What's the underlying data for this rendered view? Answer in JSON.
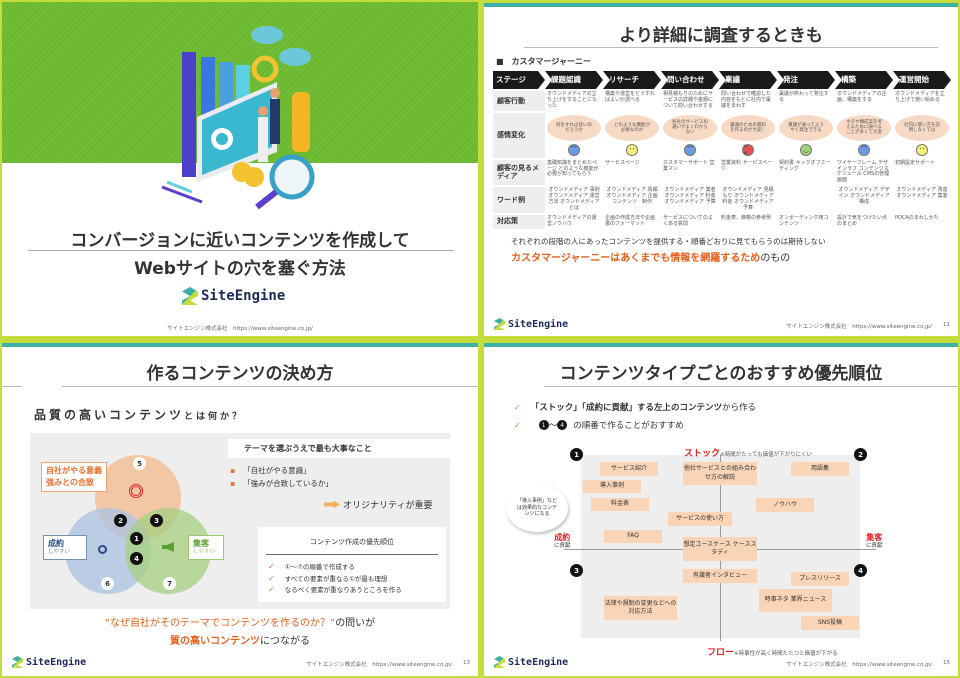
{
  "colors": {
    "frame": "#c6dc3c",
    "teal": "#3bb0a6",
    "accent": "#e8601c",
    "red": "#e02020",
    "green_bg": "#72bf36"
  },
  "brand": {
    "logo_text": "SiteEngine",
    "copyright": "サイトエンジン株式会社　https://www.siteengine.co.jp/"
  },
  "slide1": {
    "title_line1": "コンバージョンに近いコンテンツを作成して",
    "title_line2": "Webサイトの穴を塞ぐ方法"
  },
  "slide2": {
    "title": "より詳細に調査するときも",
    "section": "■　カスタマージャーニー",
    "page": "11",
    "stage_label": "ステージ",
    "stages": [
      "課題認識",
      "リサーチ",
      "問い合わせ",
      "稟議",
      "発注",
      "構築",
      "運営開始"
    ],
    "rows": [
      {
        "label": "顧客行動",
        "cells": [
          "オウンドメディアの立ち上げをすることになった",
          "構築や運営をどうすればよいか調べる",
          "相見積もりのためにサービスの詳細や金額について問い合わせする",
          "問い合わせで確認した内容をもとに社内で稟議をまわす",
          "稟議が終わって発注する",
          "オウンドメディアの企画、構築をする",
          "オウンドメディアを立ち上げて使い始める"
        ]
      },
      {
        "label": "感情変化",
        "cells": [
          "何をすれば良いのだろうか",
          "どのような機能が必要なのか",
          "各社のサービスの違いがよくわからない",
          "稟議のための資料を作るのが大変！",
          "稟議が通ってようやく発注できる",
          "ネタや構成案を考えるために調べることが多くて大変",
          "社内に使い方を説明しなくては"
        ]
      },
      {
        "label": "顧客の見るメディア",
        "cells": [
          "基礎知識をまとめたページ どのような機能が必要か知ってもらう",
          "サービスページ",
          "カスタマーサポート 営業マン",
          "営業資料 サービスページ",
          "契約書 キックオフミーティング",
          "ワイヤーフレーム デザインラフ コンテンツスケジュール CMSの管理画面",
          "初期設定サポート"
        ]
      },
      {
        "label": "ワード例",
        "cells": [
          "オウンドメディア 事例 オウンドメディア 運営方法 オウンドメディアとは",
          "オウンドメディア 情報 オウンドメディア 企画 コンテンツ　制作",
          "オウンドメディア 業者 オウンドメディア 料金 オウンドメディア 予算",
          "オウンドメディア 見積もり オウンドメディア 料金 オウンドメディア 予算",
          "",
          "オウンドメディア デザイン オウンドメディア 構成",
          "オウンドメディア 改善 オウンドメディア 集客"
        ]
      },
      {
        "label": "対応策",
        "cells": [
          "オウンドメディアの運営ノウハウ",
          "企画の作成方法や企画書のフォーマット",
          "サービスについてのよくある質問",
          "料金表、価格の参考例",
          "オンボーディング用コンテンツ",
          "設計で気をつけたい点のまとめ",
          "PDCAのまわしかた"
        ]
      }
    ],
    "faces": [
      "sad",
      "neutral",
      "sad",
      "angry",
      "happy",
      "sad",
      "neutral"
    ],
    "note": "それぞれの段階の人にあったコンテンツを提供する・順番どおりに見てもらうのは期待しない",
    "emph": "カスタマージャーニーはあくまでも情報を網羅するため",
    "emph_tail": "のもの"
  },
  "slide3": {
    "title": "作るコンテンツの決め方",
    "page": "13",
    "subtitle_big": "品質の高いコンテンツ",
    "subtitle_small": "とは何か？",
    "venn": {
      "top_label1": "自社がやる意義",
      "top_label2": "強みとの合致",
      "left_label": "成約",
      "left_sub": "しやすい",
      "right_label": "集客",
      "right_sub": "しやすい",
      "nums": [
        "1",
        "2",
        "3",
        "4",
        "5",
        "6",
        "7"
      ]
    },
    "theme_heading": "テーマを選ぶうえで最も大事なこと",
    "theme_bullets": [
      "「自社がやる意識」",
      "「強みが合致しているか」"
    ],
    "originality": "オリジナリティが重要",
    "priority_heading": "コンテンツ作成の優先順位",
    "priority_items": [
      "①～⑦の順番で作成する",
      "すべての要素が重なる①が最も理想",
      "なるべく要素が重なりあうところを作る"
    ],
    "bottom1_em": "“なぜ自社がそのテーマでコンテンツを作るのか？”",
    "bottom1_tail": "の問いが",
    "bottom2_em": "質の高いコンテンツ",
    "bottom2_tail": "につながる"
  },
  "slide4": {
    "title": "コンテンツタイプごとのおすすめ優先順位",
    "page": "15",
    "check1_a": "「ストック」「成約に貢献」する左上のコンテンツ",
    "check1_b": "から作る",
    "check2_n1": "1",
    "check2_mid": "～",
    "check2_n2": "4",
    "check2_tail": "の順番で作ることがおすすめ",
    "stock": "ストック",
    "stock_note": "※時間がたっても価値が下がりにくい",
    "flow": "フロー",
    "flow_note": "※時事性が高く時間たたつと価値が下がる",
    "left": "成約",
    "left_sub": "に貢献",
    "right": "集客",
    "right_sub": "に貢献",
    "quadrants": [
      "1",
      "2",
      "3",
      "4"
    ],
    "bubble": "「導入事例」などは効果的なコンテンツになる",
    "items": [
      "サービス紹介",
      "導入事例",
      "料金表",
      "FAQ",
      "他社サービスとの組み合わせ方の解説",
      "用語集",
      "ノウハウ",
      "サービスの使い方",
      "想定ユースケース ケーススタディ",
      "有識者インタビュー",
      "プレスリリース",
      "時事ネタ 業界ニュース",
      "法律や規制の変更などへの対応方法",
      "SNS投稿"
    ]
  }
}
